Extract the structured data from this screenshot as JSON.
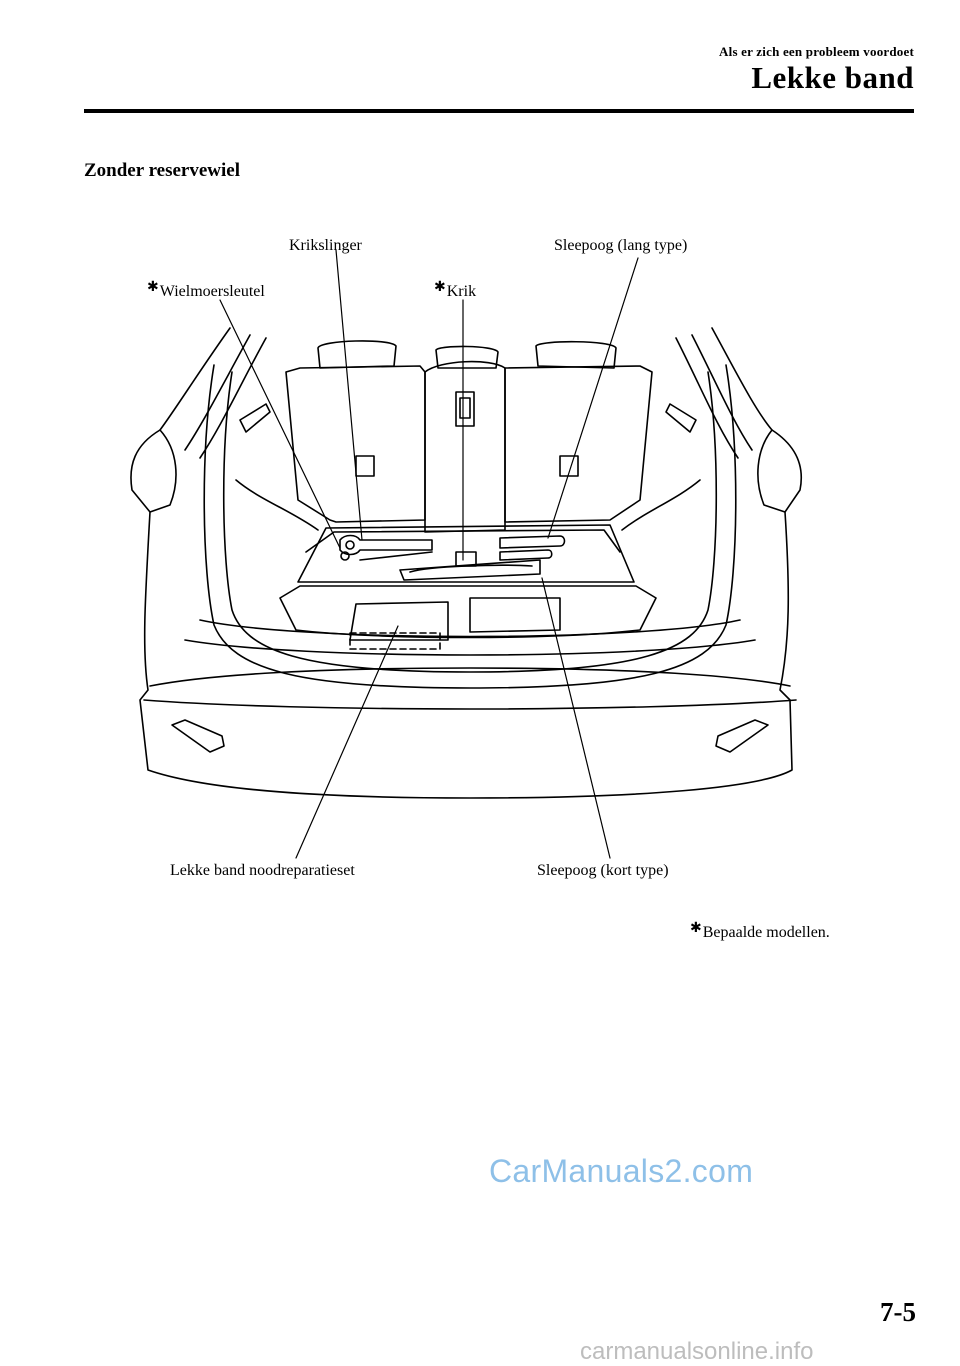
{
  "header": {
    "chapter": "Als er zich een probleem voordoet",
    "title": "Lekke band"
  },
  "section_title": "Zonder reservewiel",
  "figure": {
    "star_symbol": "✱",
    "labels": {
      "krikslinger": "Krikslinger",
      "sleepoog_lang": "Sleepoog (lang type)",
      "wielmoersleutel": "Wielmoersleutel",
      "krik": "Krik",
      "reparatieset": "Lekke band noodreparatieset",
      "sleepoog_kort": "Sleepoog (kort type)"
    },
    "footnote": "Bepaalde modellen."
  },
  "page_number": "7-5",
  "watermark": "CarManuals2.com",
  "bottom_url": "carmanualsonline.info"
}
